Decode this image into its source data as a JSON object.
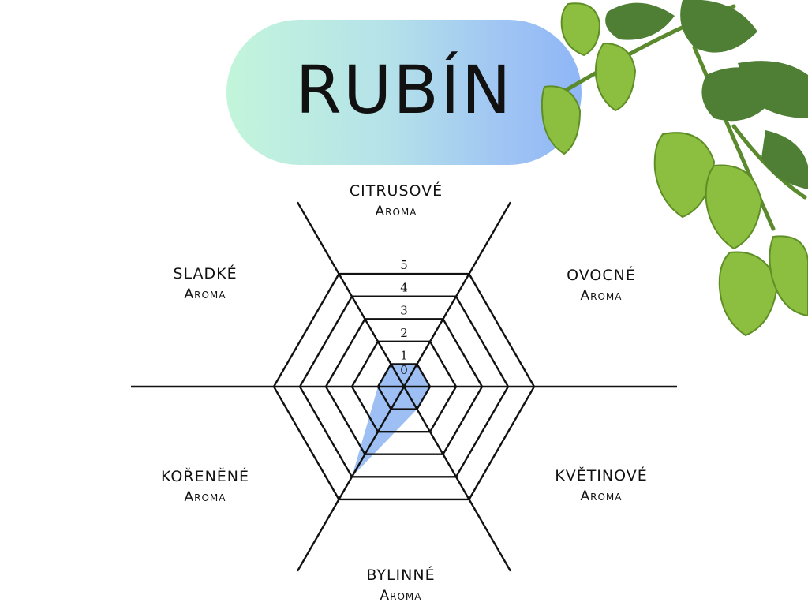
{
  "title": "RUBÍN",
  "colors": {
    "fill": "#9ebff4",
    "grid": "#111111",
    "pill_start": "#c3f5db",
    "pill_end": "#8fb6f6"
  },
  "chart_data": {
    "type": "radar",
    "title": "RUBÍN",
    "scale": {
      "min": 0,
      "max": 5,
      "ticks": [
        "0",
        "1",
        "2",
        "3",
        "4",
        "5"
      ]
    },
    "axes": [
      {
        "name": "CITRUSOVÉ",
        "sub": "Aroma",
        "value": 1
      },
      {
        "name": "OVOCNÉ",
        "sub": "Aroma",
        "value": 1
      },
      {
        "name": "KVĚTINOVÉ",
        "sub": "Aroma",
        "value": 1
      },
      {
        "name": "BYLINNÉ",
        "sub": "Aroma",
        "value": 4
      },
      {
        "name": "KOŘENĚNÉ",
        "sub": "Aroma",
        "value": 1
      },
      {
        "name": "SLADKÉ",
        "sub": "Aroma",
        "value": 1
      }
    ]
  }
}
